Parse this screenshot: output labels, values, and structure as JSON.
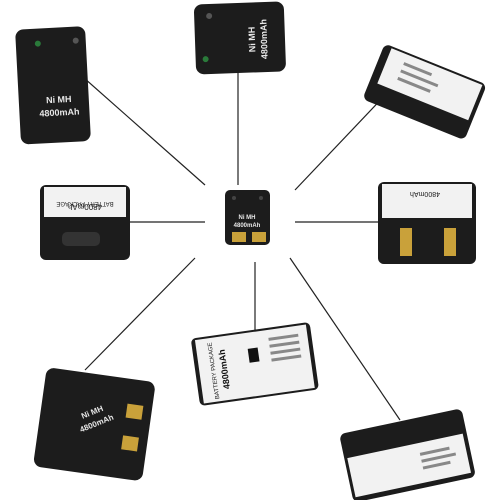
{
  "product": {
    "chemistry_label": "Ni MH",
    "capacity_label": "4800mAh",
    "package_label": "BATTERY PACKAGE"
  },
  "colors": {
    "background": "#ffffff",
    "battery_shell": "#1c1c1c",
    "label_sticker": "#f2f2f2",
    "connector_lines": "#222222",
    "gold_contacts": "#c9a13a"
  }
}
